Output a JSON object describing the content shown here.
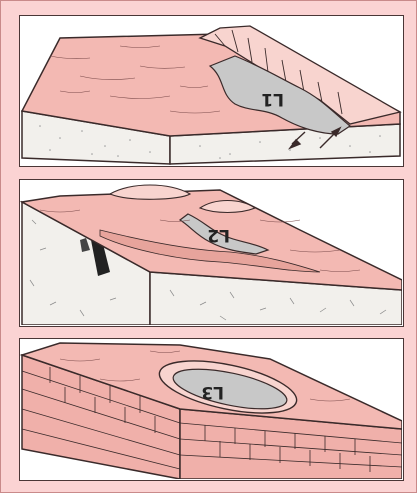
{
  "colors": {
    "background": "#fbd3d3",
    "surface": "#f3b9b3",
    "surface_light": "#f8d4cf",
    "water": "#c8c8c8",
    "rock_side": "#f2f0ec",
    "brick": "#f0b0aa",
    "outline": "#3a2a2a"
  },
  "panels": [
    {
      "label": "L1",
      "icon": "fault-block-icon"
    },
    {
      "label": "L2",
      "icon": "volcanic-dam-icon"
    },
    {
      "label": "L3",
      "icon": "karst-sinkhole-icon"
    }
  ]
}
